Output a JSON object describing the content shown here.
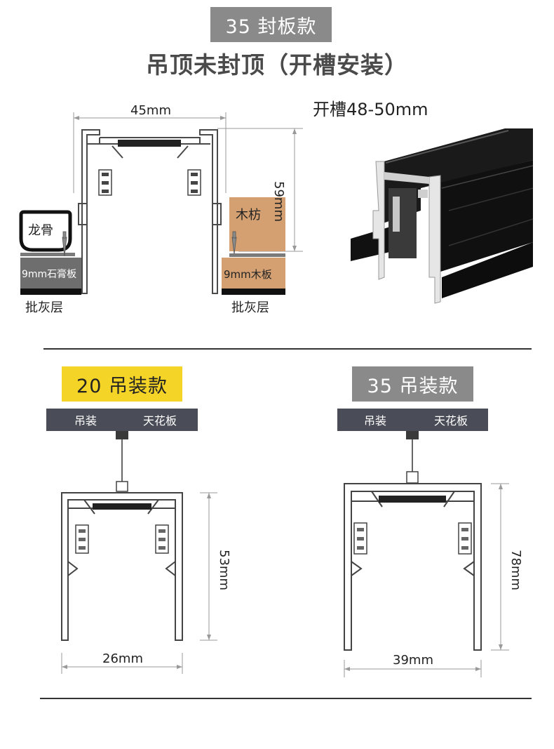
{
  "top_section": {
    "badge": "35 封板款",
    "title": "吊顶未封顶（开槽安装）",
    "slot_text": "开槽48-50mm",
    "dim_width": "45mm",
    "dim_height": "59mm",
    "label_keel": "龙骨",
    "label_gypsum": "9mm石膏板",
    "label_wood_block": "木枋",
    "label_wood_board": "9mm木板",
    "label_putty_left": "批灰层",
    "label_putty_right": "批灰层"
  },
  "left_section": {
    "badge": "20 吊装款",
    "bar_left": "吊装",
    "bar_right": "天花板",
    "dim_height": "53mm",
    "dim_width": "26mm"
  },
  "right_section": {
    "badge": "35 吊装款",
    "bar_left": "吊装",
    "bar_right": "天花板",
    "dim_height": "78mm",
    "dim_width": "39mm"
  },
  "colors": {
    "badge_grey": "#8a8a8a",
    "badge_yellow": "#f5d428",
    "ceiling_bar": "#4a4d57",
    "wood": "#d4a071",
    "gypsum": "#6e6e6e",
    "putty": "#111111"
  }
}
